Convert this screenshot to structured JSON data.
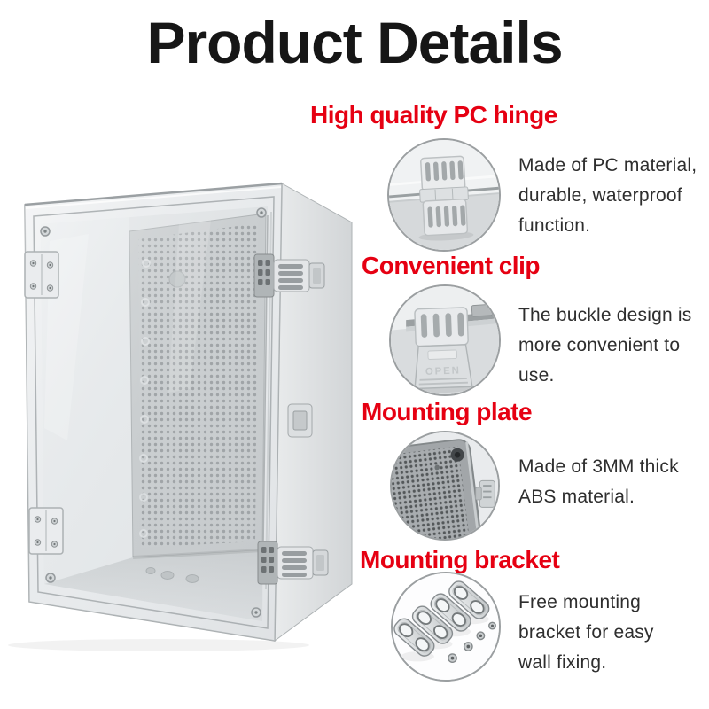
{
  "page": {
    "title": "Product Details"
  },
  "colors": {
    "heading_red": "#e60012",
    "title_color": "#161616",
    "body_text": "#2e2e2e",
    "circle_border": "#9b9fa1",
    "box_light_gray": "#ebedef",
    "box_mid_gray": "#d6d9db",
    "plate_gray": "#c2c6c8"
  },
  "sections": [
    {
      "heading": "High quality PC hinge",
      "icon": "hinge-closeup",
      "lines": [
        "Made of PC material,",
        "durable, waterproof",
        "function."
      ]
    },
    {
      "heading": "Convenient clip",
      "icon": "clip-closeup",
      "badge": "OPEN",
      "lines": [
        "The buckle design is",
        "more convenient to",
        "use."
      ]
    },
    {
      "heading": "Mounting plate",
      "icon": "plate-closeup",
      "lines": [
        "Made of 3MM thick",
        "ABS material."
      ]
    },
    {
      "heading": "Mounting bracket",
      "icon": "brackets-closeup",
      "lines": [
        "Free mounting",
        "bracket for easy",
        "wall fixing."
      ]
    }
  ]
}
